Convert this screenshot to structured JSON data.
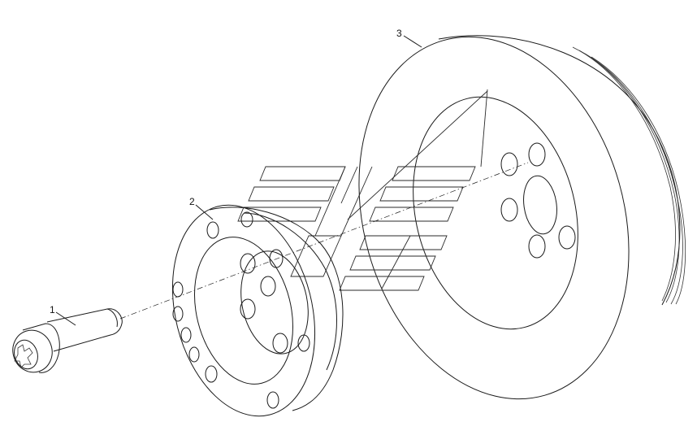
{
  "callouts": [
    {
      "id": "1",
      "label": "1"
    },
    {
      "id": "2",
      "label": "2"
    },
    {
      "id": "3",
      "label": "3"
    }
  ],
  "parts": [
    {
      "callout": "1",
      "icon": "socket-head-bolt-icon"
    },
    {
      "callout": "2",
      "icon": "hub-flange-icon"
    },
    {
      "callout": "3",
      "icon": "damper-pulley-icon"
    }
  ],
  "watermark": {
    "icon": "brand-logo-watermark"
  },
  "colors": {
    "line": "#1a1a1a",
    "background": "#ffffff"
  }
}
